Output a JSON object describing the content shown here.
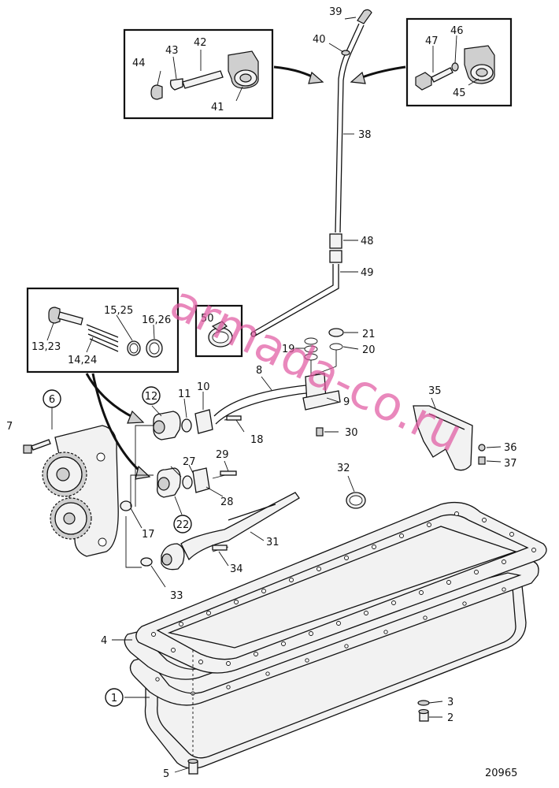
{
  "diagram": {
    "reference_number": "20965",
    "watermark": "armada-co.ru",
    "labels": {
      "p1": "1",
      "p2": "2",
      "p3": "3",
      "p4": "4",
      "p5": "5",
      "p6": "6",
      "p7": "7",
      "p8": "8",
      "p9": "9",
      "p10": "10",
      "p11": "11",
      "p12": "12",
      "p13_23": "13,23",
      "p14_24": "14,24",
      "p15_25": "15,25",
      "p16_26": "16,26",
      "p17": "17",
      "p18": "18",
      "p19": "19",
      "p20": "20",
      "p21": "21",
      "p22": "22",
      "p27": "27",
      "p28": "28",
      "p29": "29",
      "p30": "30",
      "p31": "31",
      "p32": "32",
      "p33": "33",
      "p34": "34",
      "p35": "35",
      "p36": "36",
      "p37": "37",
      "p38": "38",
      "p39": "39",
      "p40": "40",
      "p41": "41",
      "p42": "42",
      "p43": "43",
      "p44": "44",
      "p45": "45",
      "p46": "46",
      "p47": "47",
      "p48": "48",
      "p49": "49",
      "p50": "50"
    }
  }
}
